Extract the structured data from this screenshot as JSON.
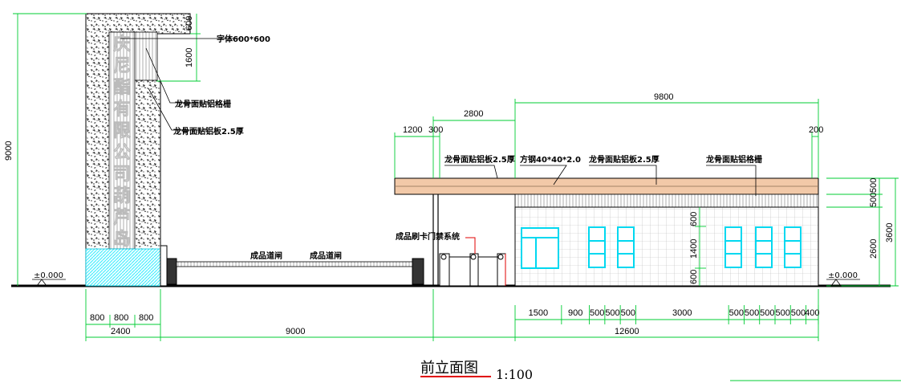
{
  "title": "前立面图",
  "scale": "1:100",
  "level_mark": "±0.000",
  "dims": {
    "left_height": "9000",
    "pillar_top": "600",
    "pillar_char": "1600",
    "bottom_a": "800",
    "bottom_b": "800",
    "bottom_c": "800",
    "bottom_total_left": "2400",
    "bottom_gap": "9000",
    "bottom_total_right": "12600",
    "canopy_1200": "1200",
    "canopy_300": "300",
    "canopy_2800": "2800",
    "canopy_9800": "9800",
    "canopy_200": "200",
    "right_500a": "500",
    "right_500b": "500",
    "right_2600": "2600",
    "right_3600": "3600",
    "win_600a": "600",
    "win_1400": "1400",
    "win_600b": "600",
    "seg": [
      "1500",
      "900",
      "500",
      "500",
      "500",
      "3000",
      "500",
      "500",
      "500",
      "500",
      "500",
      "400"
    ]
  },
  "labels": {
    "char_size": "字体600*600",
    "keel_grille_1": "龙骨面贴铝格栅",
    "keel_plate_1": "龙骨面贴铝板2.5厚",
    "canopy_plate": "龙骨面贴铝板2.5厚",
    "steel_tube": "方钢40*40*2.0",
    "canopy_plate_2": "龙骨面贴铝板2.5厚",
    "canopy_grille": "龙骨面贴铝格栅",
    "barrier_1": "成品道闸",
    "barrier_2": "成品道闸",
    "access_control": "成品刷卡门禁系统"
  },
  "pillar_chars": [
    "庆",
    "尼",
    "酯",
    "有",
    "限",
    "公",
    "司",
    "葫",
    "芦",
    "岛"
  ],
  "colors": {
    "dim": "#00cc33",
    "window": "#00d8f0",
    "leader_red": "#e00000",
    "canopy": "#f2c9a8",
    "gate_glass": "#00e6ff"
  }
}
